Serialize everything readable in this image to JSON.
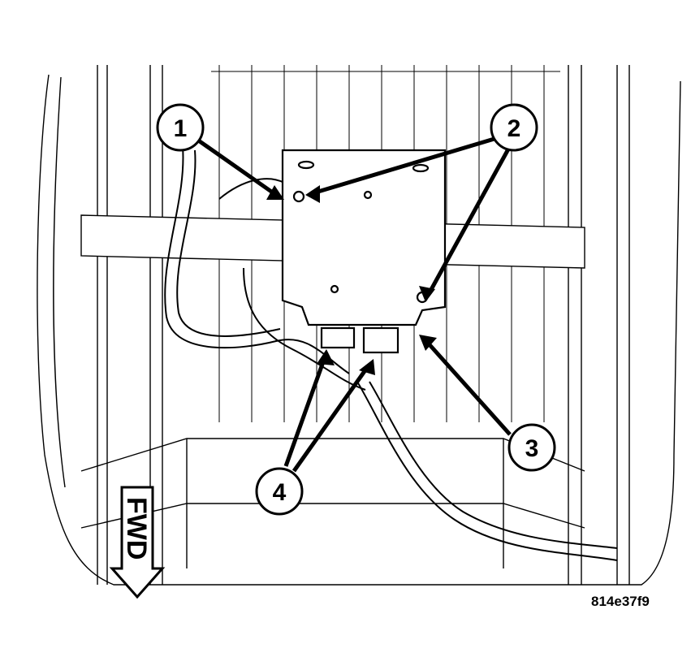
{
  "callouts": [
    {
      "number": "1"
    },
    {
      "number": "2"
    },
    {
      "number": "3"
    },
    {
      "number": "4"
    }
  ],
  "direction_label": "FWD",
  "figure_id": "814e37f9",
  "colors": {
    "ink": "#000000",
    "paper": "#ffffff"
  }
}
